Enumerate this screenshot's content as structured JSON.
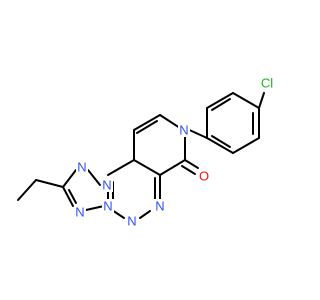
{
  "molecule": {
    "atoms": [
      {
        "id": "Cl",
        "symbol": "Cl",
        "color": "#1fb21f"
      },
      {
        "id": "O",
        "symbol": "O",
        "color": "#ff0d0d"
      },
      {
        "id": "N1",
        "symbol": "N",
        "color": "#3050f8"
      },
      {
        "id": "N2",
        "symbol": "N",
        "color": "#3050f8"
      },
      {
        "id": "N3",
        "symbol": "N",
        "color": "#3050f8"
      },
      {
        "id": "N4",
        "symbol": "N",
        "color": "#3050f8"
      },
      {
        "id": "N5",
        "symbol": "N",
        "color": "#3050f8"
      },
      {
        "id": "N6",
        "symbol": "N",
        "color": "#3050f8"
      },
      {
        "id": "N7",
        "symbol": "N",
        "color": "#3050f8"
      }
    ]
  }
}
